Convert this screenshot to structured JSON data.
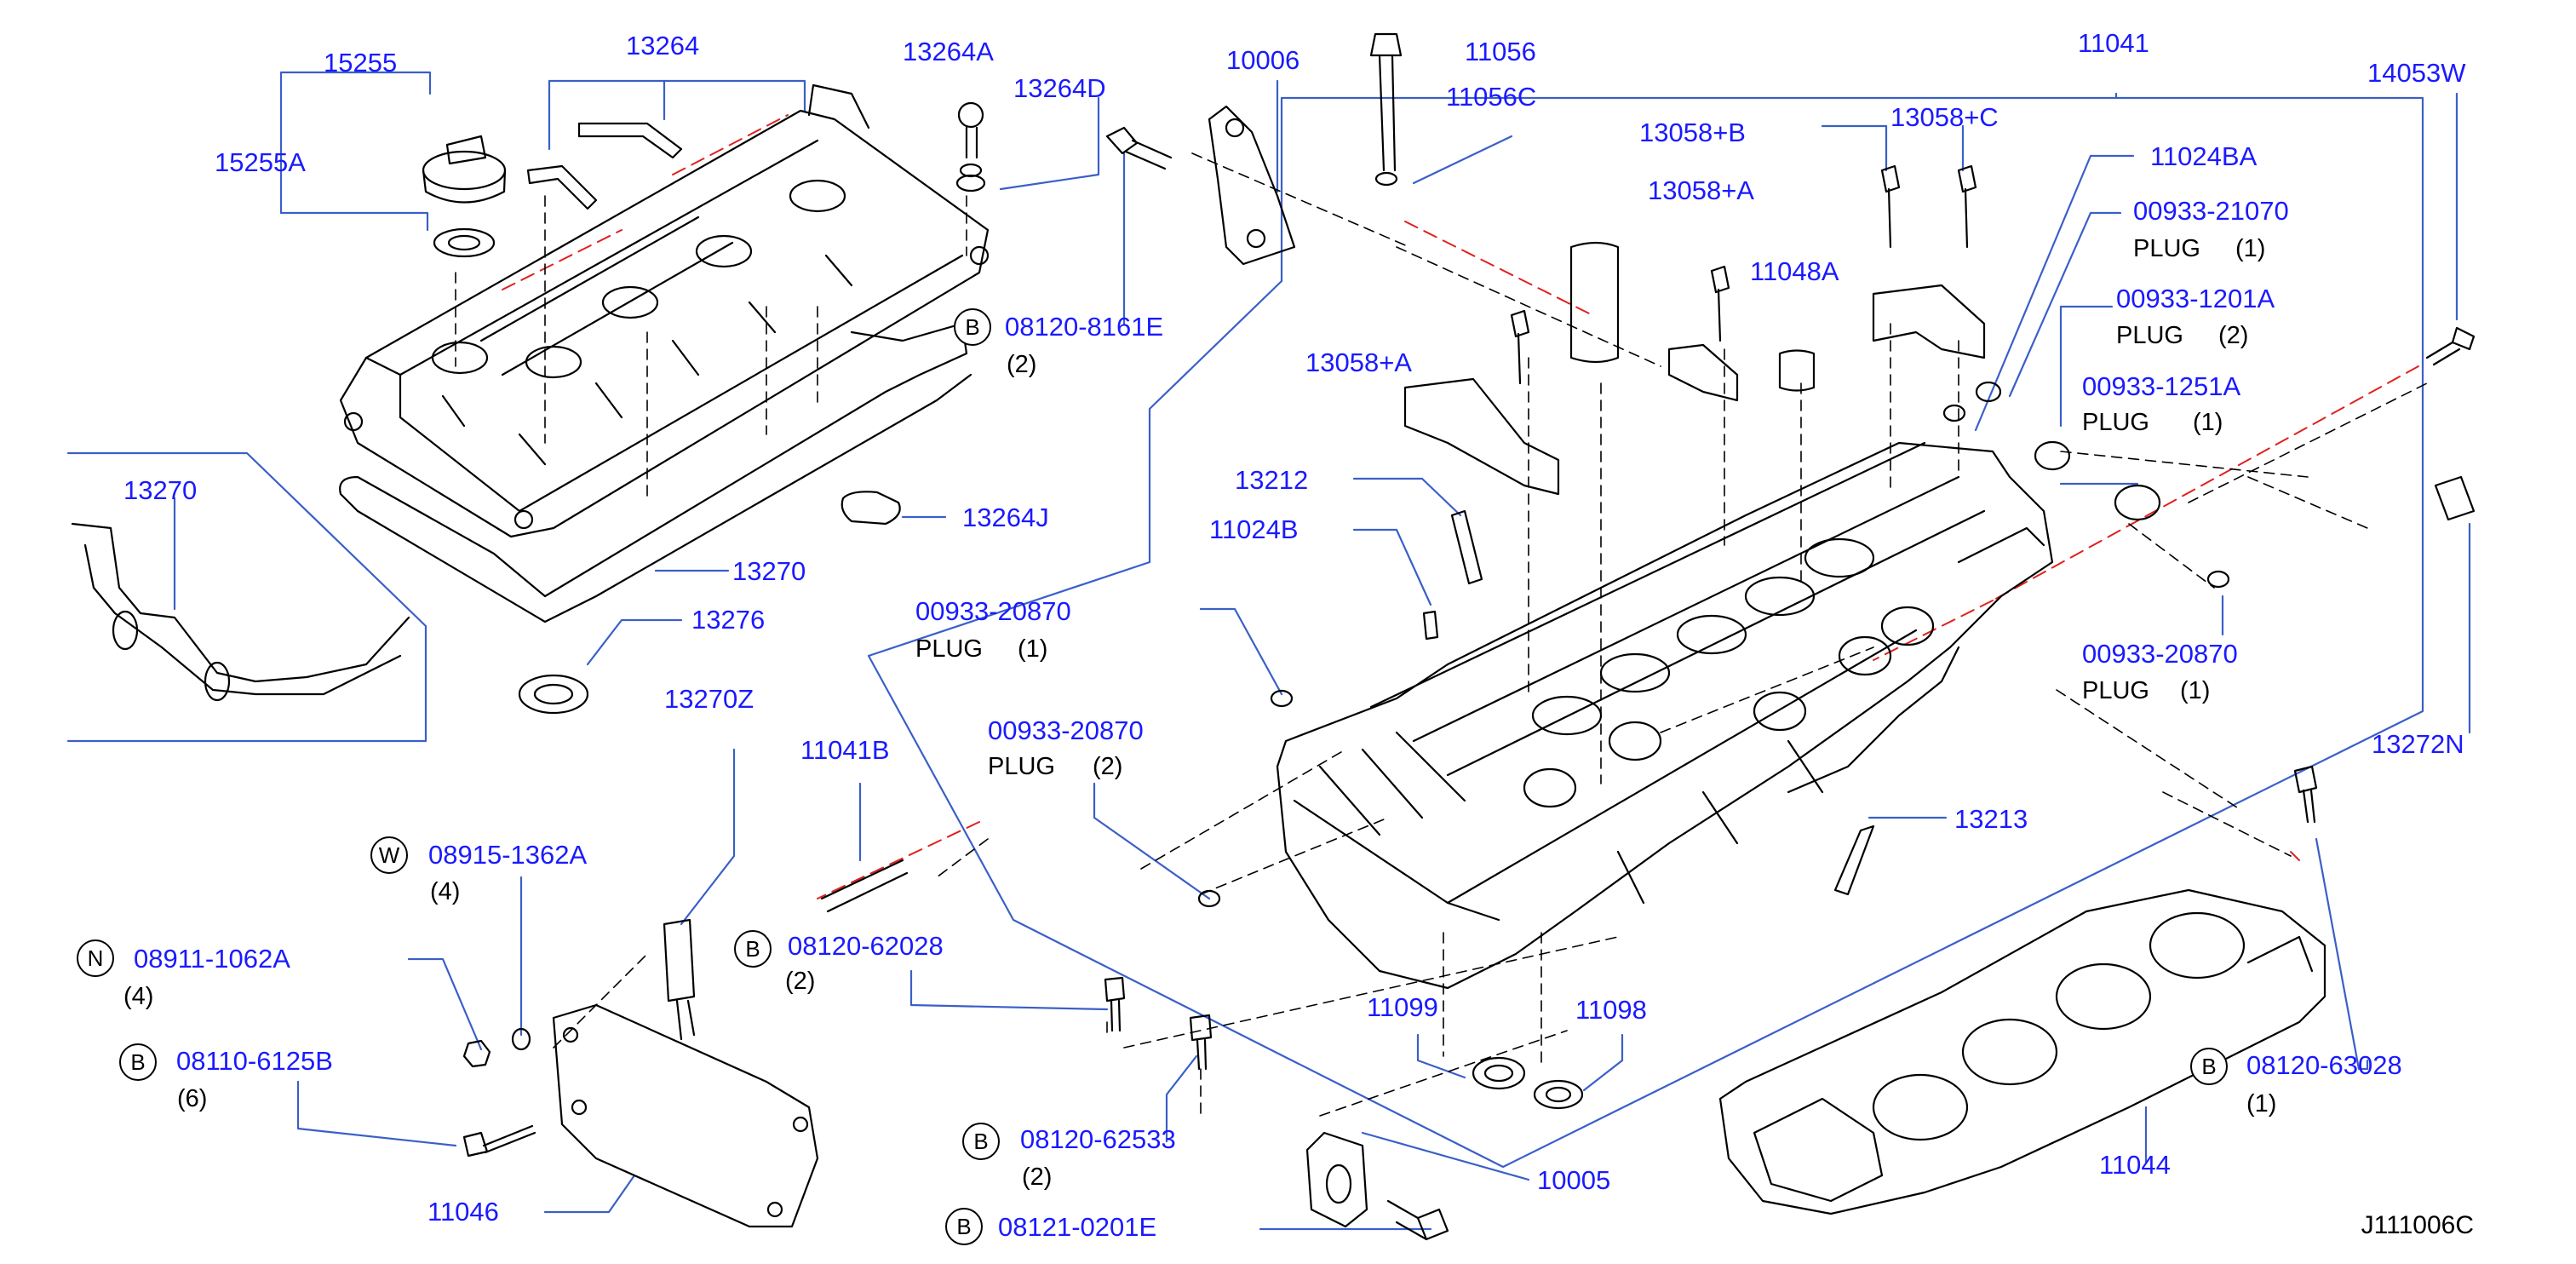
{
  "colors": {
    "part_number": "#1a1aff",
    "leader": "#3a5fc8",
    "hidden": "#000000",
    "datum": "#e02020",
    "drawing": "#000000"
  },
  "labels": {
    "p15255": "15255",
    "p15255A": "15255A",
    "p13264": "13264",
    "p13264A": "13264A",
    "p13264D": "13264D",
    "p10006": "10006",
    "p11056": "11056",
    "p11056C": "11056C",
    "p11041": "11041",
    "p14053W": "14053W",
    "p13058B": "13058+B",
    "p13058C": "13058+C",
    "p13058A1": "13058+A",
    "p11048A": "11048A",
    "p11024BA": "11024BA",
    "p00933_21070": "00933-21070",
    "plug1_21070": "PLUG",
    "qty_21070": "(1)",
    "p00933_1201A": "00933-1201A",
    "plug_1201A": "PLUG",
    "qty_1201A": "(2)",
    "p00933_1251A": "00933-1251A",
    "plug_1251A": "PLUG",
    "qty_1251A": "(1)",
    "p13058A2": "13058+A",
    "p08120_8161E": "08120-8161E",
    "qty_8161E": "(2)",
    "p13270_inset": "13270",
    "p13264J": "13264J",
    "p13270": "13270",
    "p13276": "13276",
    "p13212": "13212",
    "p11024B": "11024B",
    "p00933_20870_a": "00933-20870",
    "plug_20870_a": "PLUG",
    "qty_20870_a": "(1)",
    "p00933_20870_r": "00933-20870",
    "plug_20870_r": "PLUG",
    "qty_20870_r": "(1)",
    "p13270Z": "13270Z",
    "p11041B": "11041B",
    "p00933_20870_b": "00933-20870",
    "plug_20870_b": "PLUG",
    "qty_20870_b": "(2)",
    "p13272N": "13272N",
    "p13213": "13213",
    "p08915_1362A": "08915-1362A",
    "qty_1362A": "(4)",
    "p08911_1062A": "08911-1062A",
    "qty_1062A": "(4)",
    "p08120_62028": "08120-62028",
    "qty_62028": "(2)",
    "p08110_6125B": "08110-6125B",
    "qty_6125B": "(6)",
    "p11099": "11099",
    "p11098": "11098",
    "p08120_63028": "08120-63028",
    "qty_63028": "(1)",
    "p08120_62533": "08120-62533",
    "qty_62533": "(2)",
    "p11044": "11044",
    "p11046": "11046",
    "p10005": "10005",
    "p08121_0201E": "08121-0201E",
    "diagram_code": "J111006C"
  },
  "badges": {
    "b1": "B",
    "w1": "W",
    "n1": "N",
    "b2": "B",
    "b3": "B",
    "b4": "B",
    "b5": "B",
    "b6": "B"
  }
}
